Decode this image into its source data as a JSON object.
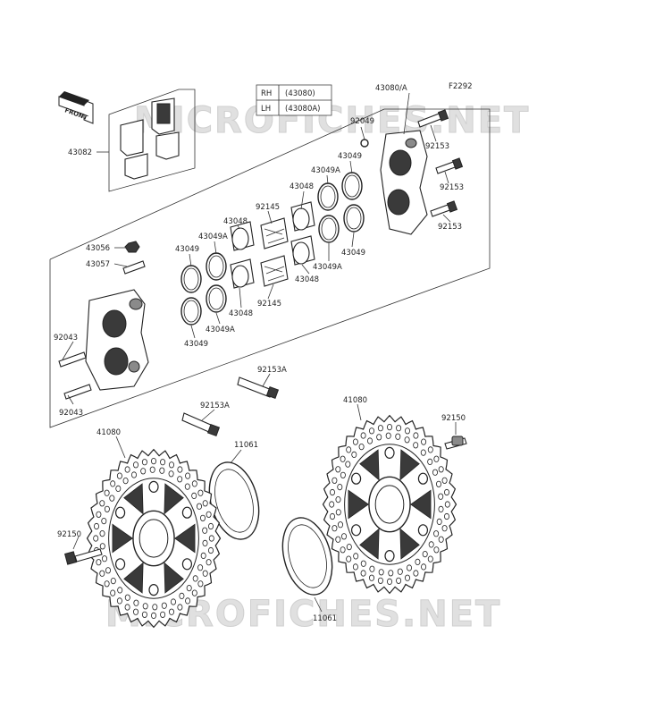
{
  "diagram": {
    "code": "F2292",
    "front_label": "FRONT",
    "watermark": "MICROFICHES.NET",
    "legend": {
      "rows": [
        {
          "side": "RH",
          "part": "(43080)"
        },
        {
          "side": "LH",
          "part": "(43080A)"
        }
      ]
    },
    "labels": {
      "caliper_assy": "43080/A",
      "pads": "43082",
      "nut": "43056",
      "pin": "43057",
      "bleeder_top": "92043",
      "bleeder_bottom": "92043",
      "washer": "92049",
      "bolt_r1": "92153",
      "bolt_r2": "92153",
      "bolt_r3": "92153",
      "bolt_l1": "92153A",
      "bolt_l2": "92153A",
      "seal_r1": "43049",
      "seal_r2": "43049A",
      "piston_r1": "43048",
      "seal_r3": "43049",
      "seal_r4": "43049A",
      "piston_r2": "43048",
      "spring_top": "92145",
      "spring_bottom": "92145",
      "piston_l1": "43048",
      "seal_l1": "43049A",
      "seal_l2": "43049",
      "piston_l2": "43048",
      "seal_l3": "43049",
      "seal_l4": "43049A",
      "disc_left": "41080",
      "disc_right": "41080",
      "gasket_left": "11061",
      "gasket_right": "11061",
      "disc_bolt_left": "92150",
      "disc_bolt_right": "92150"
    }
  }
}
